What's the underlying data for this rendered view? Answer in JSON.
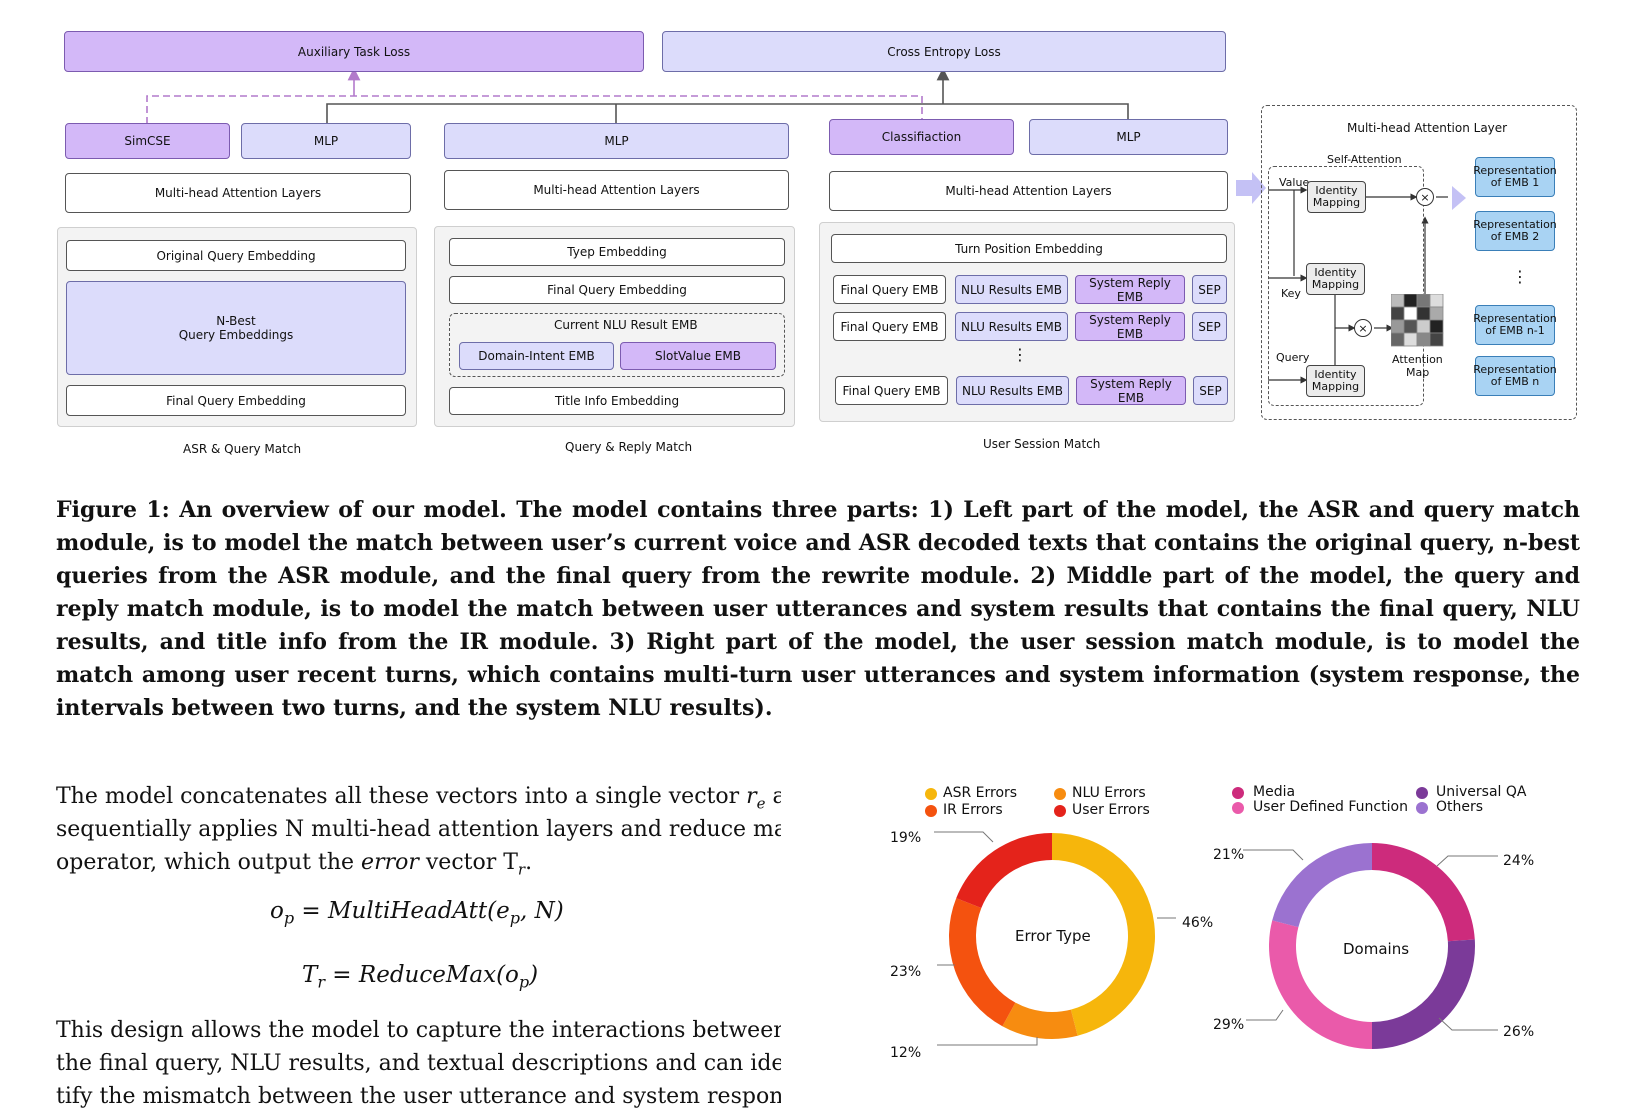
{
  "diagram": {
    "top": {
      "aux_loss": "Auxiliary Task Loss",
      "ce_loss": "Cross Entropy Loss"
    },
    "asr": {
      "simcse": "SimCSE",
      "mlp": "MLP",
      "attn": "Multi-head Attention Layers",
      "original": "Original Query Embedding",
      "nbest_l1": "N-Best",
      "nbest_l2": "Query Embeddings",
      "final": "Final Query Embedding",
      "title": "ASR & Query Match"
    },
    "qr": {
      "mlp": "MLP",
      "attn": "Multi-head Attention Layers",
      "type": "Tyep Embedding",
      "final": "Final Query Embedding",
      "nlu_group": "Current NLU Result EMB",
      "domain": "Domain-Intent EMB",
      "slot": "SlotValue EMB",
      "titleinfo": "Title Info Embedding",
      "title": "Query & Reply Match"
    },
    "us": {
      "classif": "Classifiaction",
      "mlp": "MLP",
      "attn": "Multi-head Attention Layers",
      "turn": "Turn Position Embedding",
      "final": "Final Query EMB",
      "nlu": "NLU Results EMB",
      "reply": "System Reply EMB",
      "sep": "SEP",
      "dots": "⋮",
      "title": "User Session Match"
    },
    "mha": {
      "title": "Multi-head Attention Layer",
      "self_attn": "Self-Attention",
      "value": "Value",
      "key": "Key",
      "query": "Query",
      "identity_l1": "Identity",
      "identity_l2": "Mapping",
      "attn_map_l1": "Attention",
      "attn_map_l2": "Map",
      "times": "×",
      "reps": [
        {
          "l1": "Representation",
          "l2": "of EMB 1"
        },
        {
          "l1": "Representation",
          "l2": "of EMB 2"
        },
        {
          "l1": "Representation",
          "l2": "of EMB n-1"
        },
        {
          "l1": "Representation",
          "l2": "of EMB n"
        }
      ],
      "vdots": "⋮"
    }
  },
  "caption": "Figure 1: An overview of our model. The model contains three parts: 1) Left part of the model, the ASR and query match module, is to model the match between user’s current voice and ASR decoded texts that contains the original query, n-best queries from the ASR module, and the final query from the rewrite module. 2) Middle part of the model, the query and reply match module, is to model the match between user utterances and system results that contains the final query, NLU results, and title info from the IR module. 3) Right part of the model, the user session match module, is to model the match among user recent turns, which contains multi-turn user utterances and system information (system response, the intervals between two turns, and the system NLU results).",
  "body": {
    "para1_l1": "The model concatenates all these vectors into a single vector ",
    "para1_var": "r",
    "para1_sub": "e",
    "para1_end": " and",
    "para1_l2": "sequentially applies N multi-head attention layers and reduce max",
    "para1_l3a": "operator, which output the ",
    "para1_l3b": "error",
    "para1_l3c": " vector T",
    "para1_l3sub": "r",
    "para1_l3d": ".",
    "eq1_lhs": "o",
    "eq1_lhs_sub": "p",
    "eq1_rhs": " = MultiHeadAtt(e",
    "eq1_rhs_sub": "p",
    "eq1_end": ", N)",
    "eq2_lhs": "T",
    "eq2_lhs_sub": "r",
    "eq2_rhs": " = ReduceMax(o",
    "eq2_rhs_sub": "p",
    "eq2_end": ")",
    "para2_l1": "This design allows the model to capture the interactions between",
    "para2_l2": "the final query, NLU results, and textual descriptions and can iden-",
    "para2_l3": "tify the mismatch between the user utterance and system response."
  },
  "chart_data": [
    {
      "type": "pie",
      "title": "Error Type",
      "categories": [
        "ASR Errors",
        "NLU Errors",
        "IR Errors",
        "User Errors"
      ],
      "values": [
        46,
        12,
        23,
        19
      ],
      "colors": [
        "#f6b60c",
        "#f78c10",
        "#f4520f",
        "#e4231b"
      ],
      "legend": "top",
      "labels": [
        "46%",
        "12%",
        "23%",
        "19%"
      ]
    },
    {
      "type": "pie",
      "title": "Domains",
      "categories": [
        "Media",
        "Universal QA",
        "User Defined Function",
        "Others"
      ],
      "values": [
        24,
        26,
        29,
        21
      ],
      "colors": [
        "#cd2b7c",
        "#7b3a99",
        "#ea5aaa",
        "#9b72d0"
      ],
      "legend": "top",
      "labels": [
        "24%",
        "26%",
        "29%",
        "21%"
      ]
    }
  ]
}
